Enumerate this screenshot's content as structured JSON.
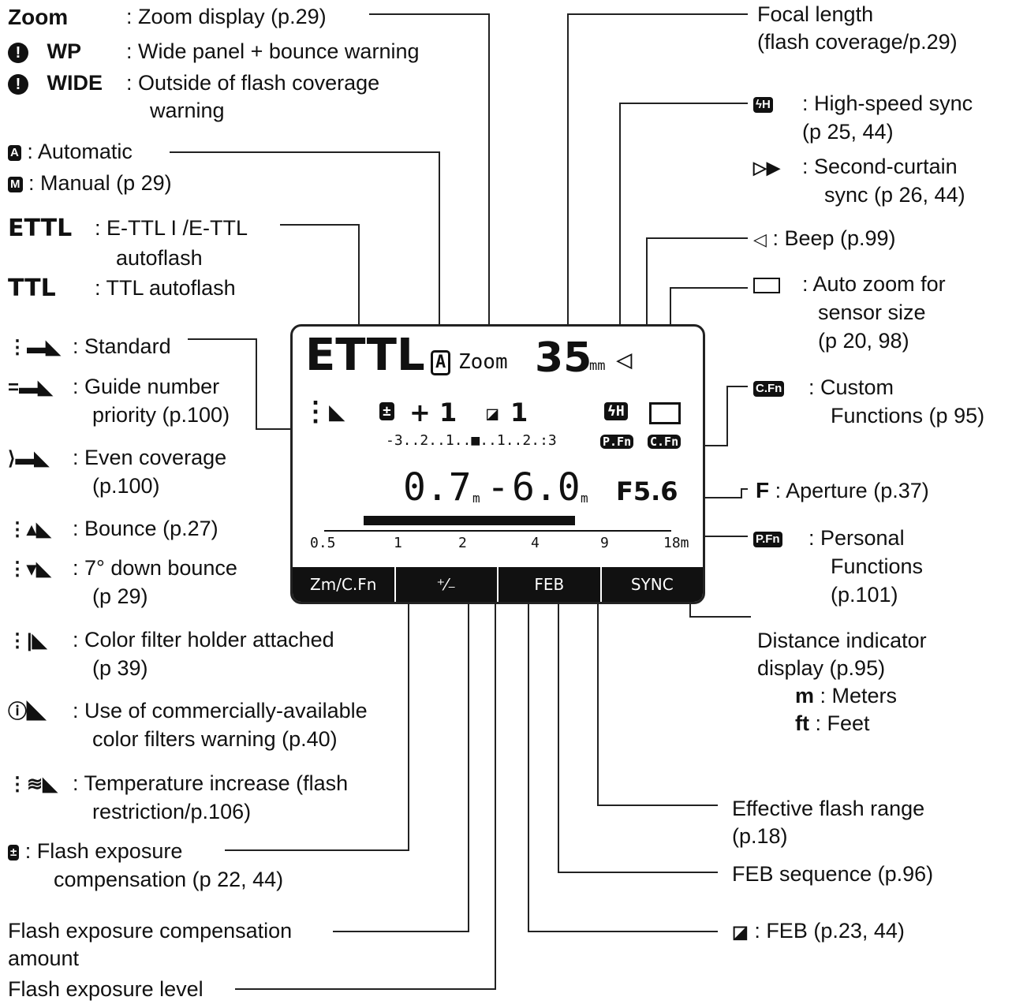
{
  "left": {
    "zoom": {
      "symbol": "Zoom",
      "text": ": Zoom display (p.29)"
    },
    "wp": {
      "symbol": "WP",
      "text": ": Wide panel + bounce warning"
    },
    "wide": {
      "symbol": "WIDE",
      "text_line1": ": Outside of flash coverage",
      "text_line2": "warning"
    },
    "auto": {
      "symbol": "A",
      "text": ": Automatic"
    },
    "manual": {
      "symbol": "M",
      "text": ": Manual (p 29)"
    },
    "ettl": {
      "symbol": "ETTL",
      "text_line1": ": E-TTL I /E-TTL",
      "text_line2": "autoflash"
    },
    "ttl": {
      "symbol": "TTL",
      "text": ": TTL autoflash"
    },
    "standard": {
      "text": ": Standard"
    },
    "guide": {
      "text_line1": ": Guide number",
      "text_line2": "priority (p.100)"
    },
    "even": {
      "text_line1": ": Even coverage",
      "text_line2": "(p.100)"
    },
    "bounce": {
      "text": ": Bounce (p.27)"
    },
    "down_bounce": {
      "text_line1": ": 7° down bounce",
      "text_line2": "(p 29)"
    },
    "color_filter": {
      "text_line1": ": Color filter holder attached",
      "text_line2": "(p 39)"
    },
    "commercial_filter": {
      "text_line1": ": Use of commercially-available",
      "text_line2": "color filters warning (p.40)"
    },
    "temperature": {
      "text_line1": ": Temperature increase (flash",
      "text_line2": "restriction/p.106)"
    },
    "fec": {
      "text_line1": ": Flash exposure",
      "text_line2": "compensation (p 22, 44)"
    },
    "fec_amount": {
      "text_line1": "Flash exposure compensation",
      "text_line2": "amount"
    },
    "level": {
      "text": "Flash exposure level"
    }
  },
  "right": {
    "focal": {
      "text_line1": "Focal length",
      "text_line2": "(flash coverage/p.29)"
    },
    "hss": {
      "text_line1": ": High-speed sync",
      "text_line2": "(p 25, 44)"
    },
    "second_curtain": {
      "text_line1": ": Second-curtain",
      "text_line2": "sync (p 26, 44)"
    },
    "beep": {
      "text": ": Beep (p.99)"
    },
    "auto_zoom": {
      "text_line1": ": Auto zoom for",
      "text_line2": "sensor size",
      "text_line3": "(p 20, 98)"
    },
    "cfn": {
      "symbol": "C.Fn",
      "text_line1": ": Custom",
      "text_line2": "Functions (p 95)"
    },
    "aperture": {
      "symbol": "F",
      "text": ": Aperture (p.37)"
    },
    "pfn": {
      "symbol": "P.Fn",
      "text_line1": ": Personal",
      "text_line2": "Functions",
      "text_line3": "(p.101)"
    },
    "distance": {
      "text_line1": "Distance indicator",
      "text_line2": "display (p.95)",
      "meters_symbol": "m",
      "meters_text": ": Meters",
      "feet_symbol": "ft",
      "feet_text": ": Feet"
    },
    "effective": {
      "text_line1": "Effective flash range",
      "text_line2": "(p.18)"
    },
    "feb_seq": {
      "text": "FEB sequence (p.96)"
    },
    "feb": {
      "text": ": FEB (p.23, 44)"
    }
  },
  "lcd": {
    "mode": "ETTL",
    "auto_icon": "A",
    "zoom_label": "Zoom",
    "focal": "35",
    "focal_unit": "mm",
    "fec_value": "+ 1",
    "feb_value": "1",
    "scale": "-3..2..1..■..1..2.:3",
    "pfn": "P.Fn",
    "cfn": "C.Fn",
    "range_min": "0.7",
    "range_min_unit": "m",
    "range_dash": "-",
    "range_max": "6.0",
    "range_max_unit": "m",
    "aperture": "F5.6",
    "dist_ticks": [
      "0.5",
      "1",
      "2",
      "4",
      "9",
      "18m"
    ],
    "softkeys": [
      "Zm/C.Fn",
      "⁺⁄₋",
      "FEB",
      "SYNC"
    ]
  }
}
